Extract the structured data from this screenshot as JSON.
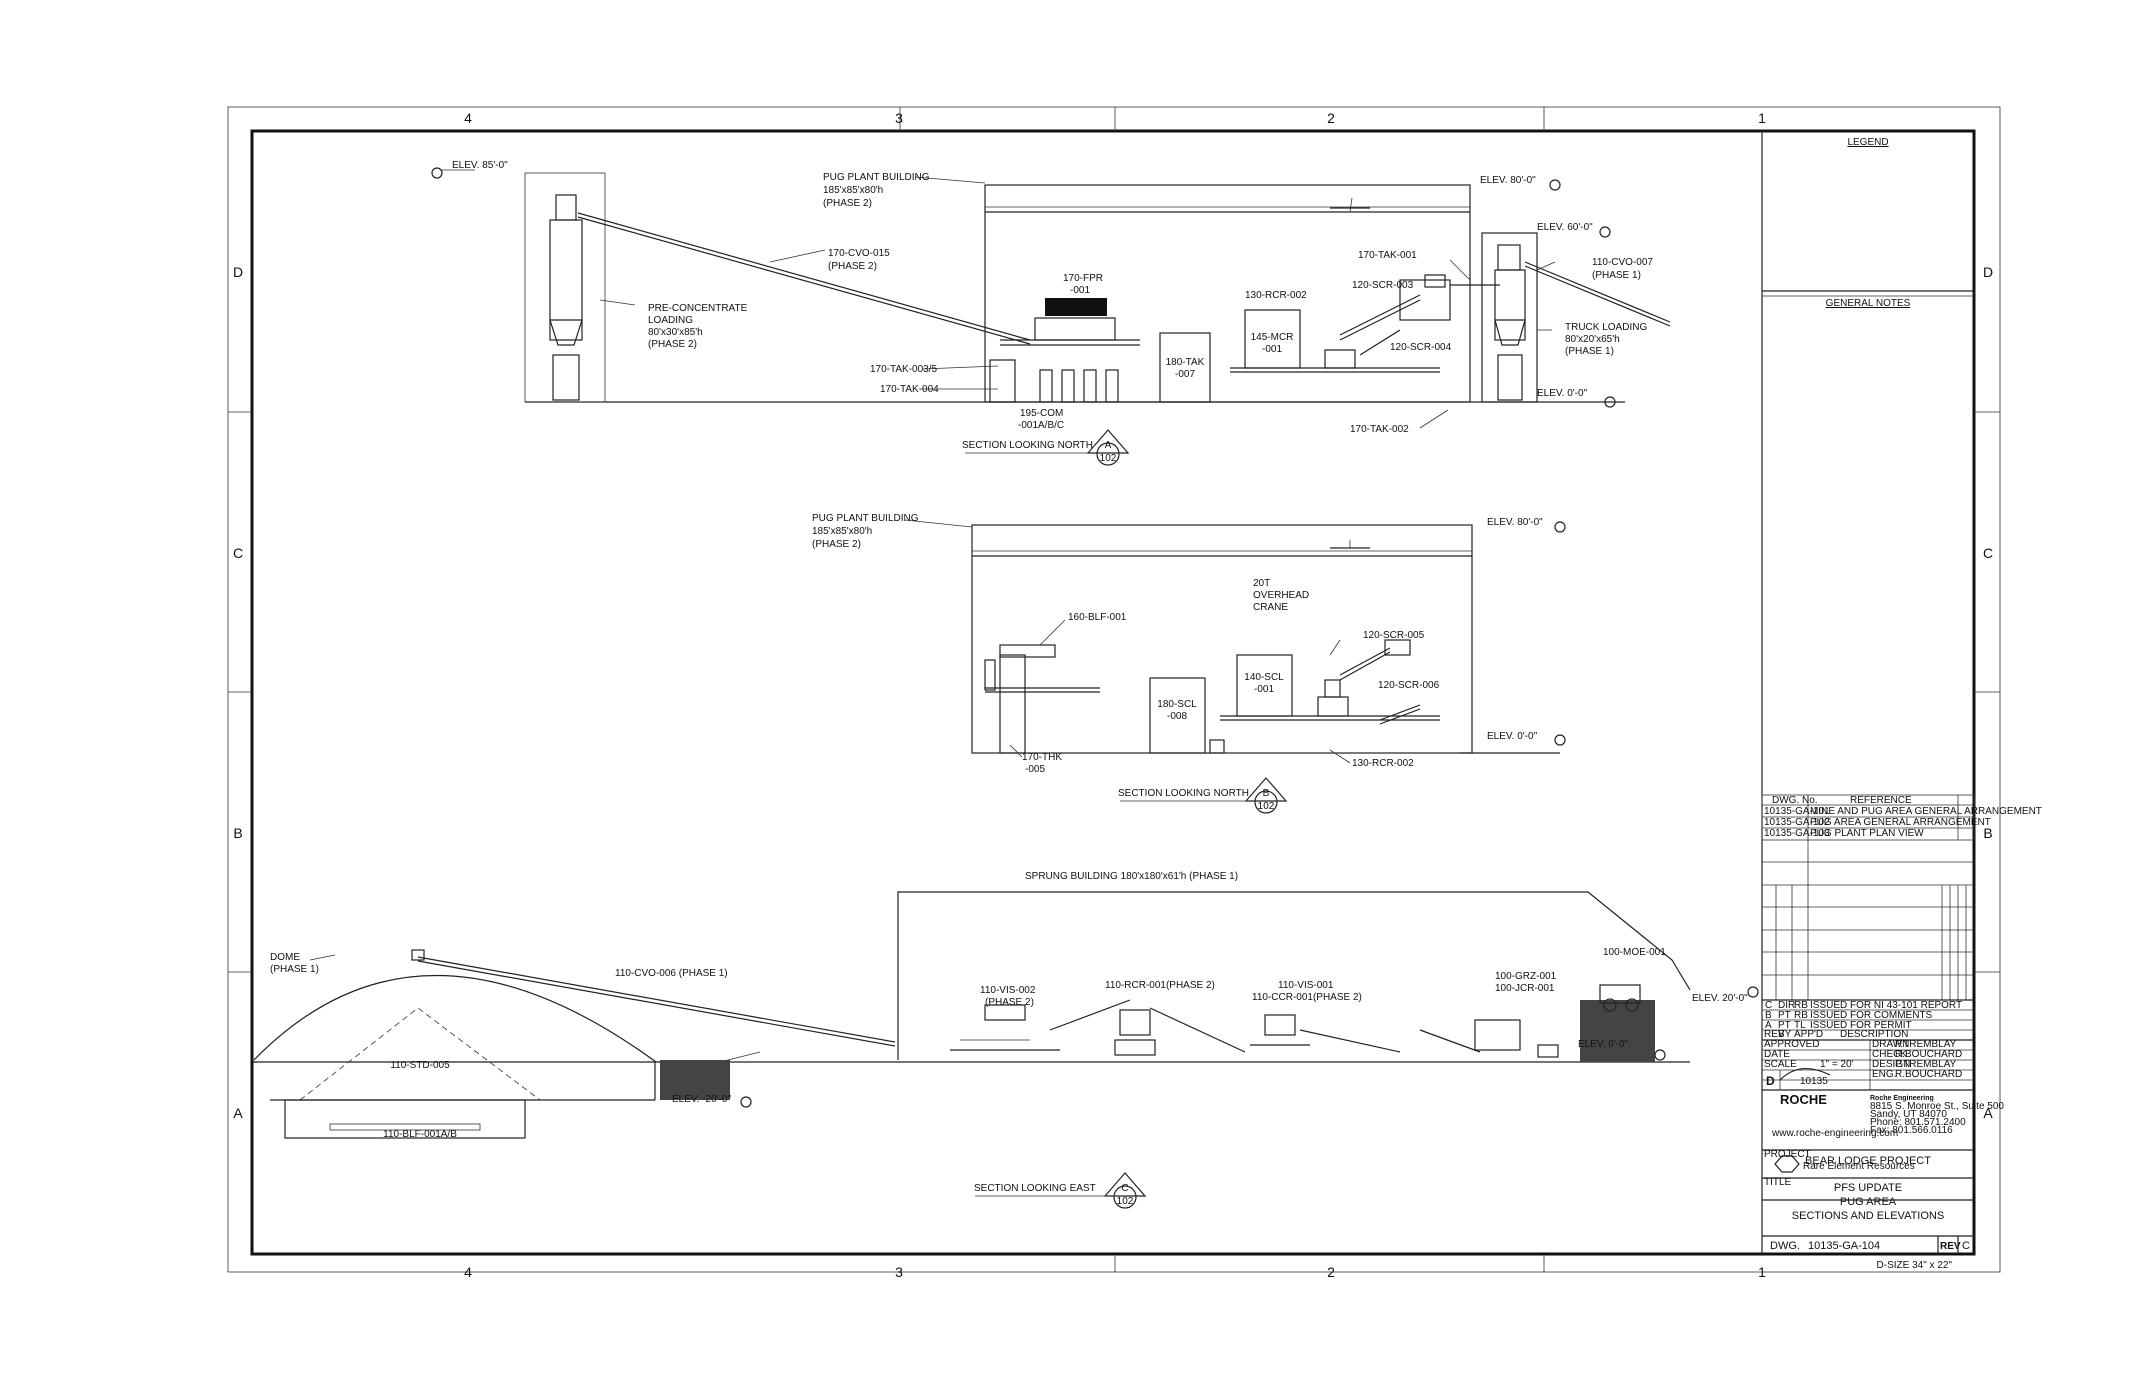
{
  "grid": {
    "cols": [
      "4",
      "3",
      "2",
      "1"
    ],
    "rows": [
      "D",
      "C",
      "B",
      "A"
    ]
  },
  "section_a": {
    "elev_85": "ELEV. 85'-0\"",
    "elev_80": "ELEV. 80'-0\"",
    "elev_60": "ELEV. 60'-0\"",
    "elev_0": "ELEV. 0'-0\"",
    "building": [
      "PUG PLANT BUILDING",
      "185'x85'x80'h",
      "(PHASE 2)"
    ],
    "conveyor_015": [
      "170-CVO-015",
      "(PHASE 2)"
    ],
    "preconc": [
      "PRE-CONCENTRATE",
      "LOADING",
      "80'x30'x85'h",
      "(PHASE 2)"
    ],
    "fpr": [
      "170-FPR",
      "-001"
    ],
    "tak_003": "170-TAK-003/5",
    "tak_004": "170-TAK-004",
    "com": [
      "195-COM",
      "-001A/B/C"
    ],
    "tak_007": [
      "180-TAK",
      "-007"
    ],
    "mcr": [
      "145-MCR",
      "-001"
    ],
    "rcr_002": "130-RCR-002",
    "scr_003": "120-SCR-003",
    "tak_001": "170-TAK-001",
    "scr_004": "120-SCR-004",
    "tak_002": "170-TAK-002",
    "cvo_007": [
      "110-CVO-007",
      "(PHASE 1)"
    ],
    "truck": [
      "TRUCK LOADING",
      "80'x20'x65'h",
      "(PHASE 1)"
    ],
    "caption": "SECTION LOOKING NORTH",
    "tag": "A",
    "tag_ref": "102"
  },
  "section_b": {
    "building": [
      "PUG PLANT BUILDING",
      "185'x85'x80'h",
      "(PHASE 2)"
    ],
    "elev_80": "ELEV. 80'-0\"",
    "elev_0": "ELEV. 0'-0\"",
    "crane": [
      "20T",
      "OVERHEAD",
      "CRANE"
    ],
    "blf": "160-BLF-001",
    "scr_005": "120-SCR-005",
    "scl_001": [
      "140-SCL",
      "-001"
    ],
    "scl_008": [
      "180-SCL",
      "-008"
    ],
    "scr_006": "120-SCR-006",
    "thk": [
      "170-THK",
      "-005"
    ],
    "rcr_002": "130-RCR-002",
    "caption": "SECTION LOOKING NORTH",
    "tag": "B",
    "tag_ref": "102"
  },
  "section_c": {
    "sprung": "SPRUNG BUILDING 180'x180'x61'h (PHASE 1)",
    "dome": [
      "DOME",
      "(PHASE 1)"
    ],
    "cvo_006": "110-CVO-006 (PHASE 1)",
    "std": "110-STD-005",
    "blf": "110-BLF-001A/B",
    "elev_m20": "ELEV. -20'-0\"",
    "vis_002": [
      "110-VIS-002",
      "(PHASE 2)"
    ],
    "rcr_001": "110-RCR-001(PHASE 2)",
    "vis_001": [
      "110-VIS-001",
      "110-CCR-001(PHASE 2)"
    ],
    "grz": [
      "100-GRZ-001",
      "100-JCR-001"
    ],
    "moe": "100-MOE-001",
    "elev_20": "ELEV. 20'-0\"",
    "elev_0": "ELEV. 0'-0\"",
    "caption": "SECTION LOOKING EAST",
    "tag": "C",
    "tag_ref": "102"
  },
  "titleblock": {
    "legend": "LEGEND",
    "general_notes": "GENERAL NOTES",
    "ref_header": [
      "DWG. No.",
      "REFERENCE"
    ],
    "refs": [
      [
        "10135-GA-101",
        "MINE AND PUG AREA GENERAL ARRANGEMENT"
      ],
      [
        "10135-GA-102",
        "PUG AREA GENERAL ARRANGEMENT"
      ],
      [
        "10135-GA-103",
        "PUG PLANT PLAN VIEW"
      ]
    ],
    "revisions": [
      [
        "C",
        "DIR",
        "RB",
        "ISSUED FOR NI 43-101 REPORT"
      ],
      [
        "B",
        "PT",
        "RB",
        "ISSUED FOR COMMENTS"
      ],
      [
        "A",
        "PT",
        "TL",
        "ISSUED FOR PERMIT"
      ]
    ],
    "rev_header": [
      "REV",
      "BY",
      "APP'D",
      "DESCRIPTION"
    ],
    "sign": [
      [
        "DRAWN",
        "P.TREMBLAY"
      ],
      [
        "CHECK",
        "R.BOUCHARD"
      ],
      [
        "DESIGN",
        "P.TREMBLAY"
      ],
      [
        "ENG.",
        "R.BOUCHARD"
      ]
    ],
    "approved": "APPROVED",
    "date": "DATE",
    "scale": "SCALE",
    "scale_val": "1\" = 20'",
    "size": "D",
    "job": "10135",
    "company": "Roche Engineering",
    "address": [
      "8815 S. Monroe St., Suite 500",
      "Sandy, UT 84070",
      "Phone: 801.571.2400",
      "Fax: 801.566.0116"
    ],
    "website": "www.roche-engineering.com",
    "roche_logo": "ROCHE",
    "client": "Rare Element Resources",
    "project_label": "PROJECT",
    "project": "BEAR LODGE PROJECT",
    "title_label": "TITLE",
    "title": [
      "PFS UPDATE",
      "PUG AREA",
      "SECTIONS AND ELEVATIONS"
    ],
    "dwg_label": "DWG.",
    "dwg_no": "10135-GA-104",
    "rev_label": "REV",
    "rev": "C",
    "sheet_size": "D-SIZE 34\" x 22\""
  }
}
